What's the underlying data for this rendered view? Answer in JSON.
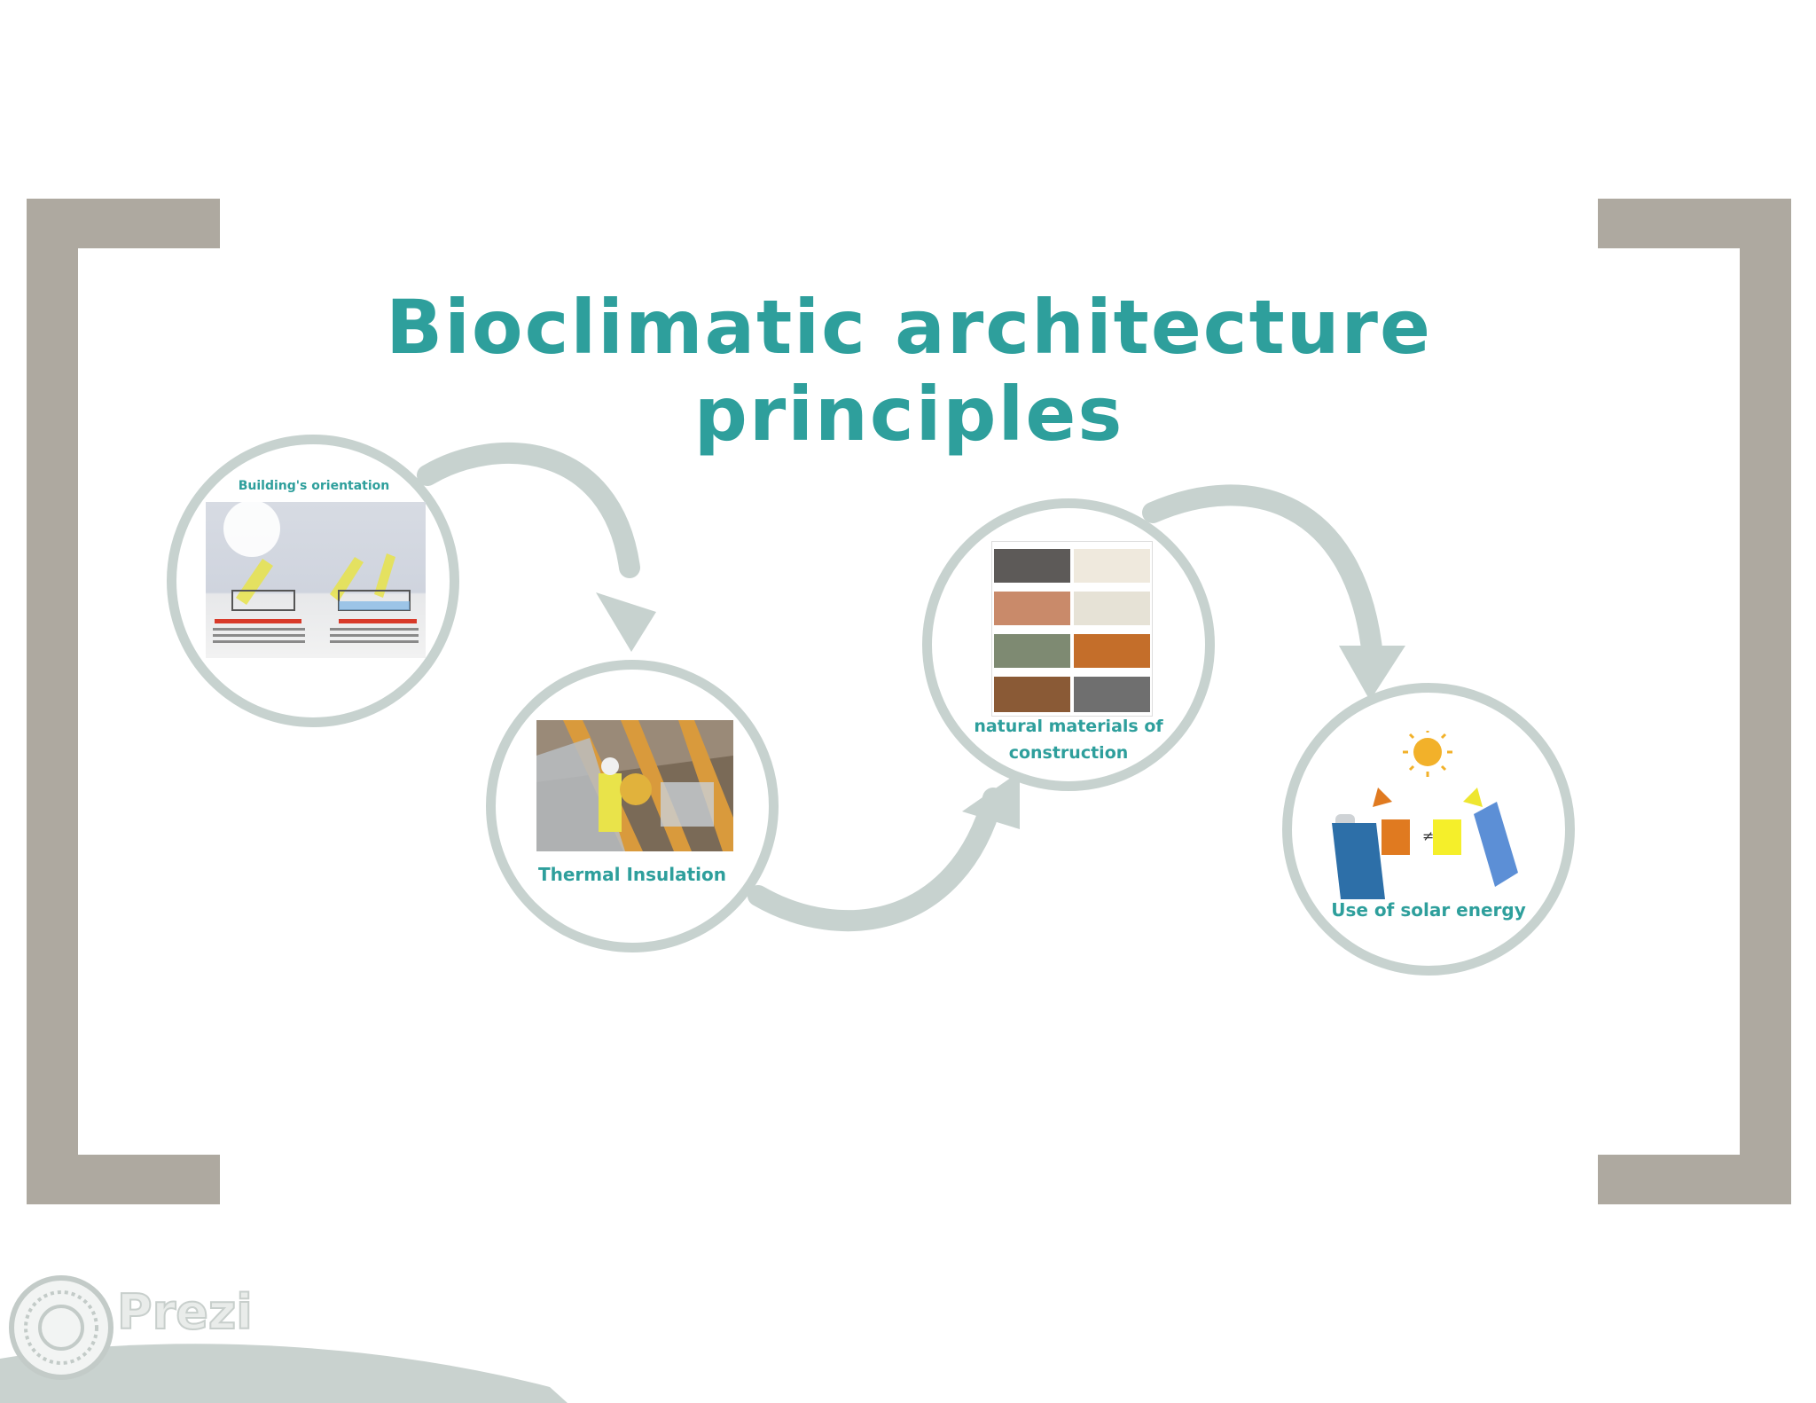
{
  "presentation": {
    "title": "Bioclimatic architecture principles"
  },
  "steps": [
    {
      "label": "Building's orientation"
    },
    {
      "label": "Thermal Insulation"
    },
    {
      "label_line1": "natural materials of",
      "label_line2": "construction"
    },
    {
      "label": "Use of solar energy"
    }
  ],
  "branding": {
    "logo_text": "Prezi"
  },
  "colors": {
    "accent": "#2e9f9c",
    "bracket": "#aea9a0",
    "ring": "#c7d2cf",
    "background": "#ffffff"
  },
  "icons": [
    "prezi-logo-icon",
    "sun-icon",
    "arrow-icon"
  ]
}
